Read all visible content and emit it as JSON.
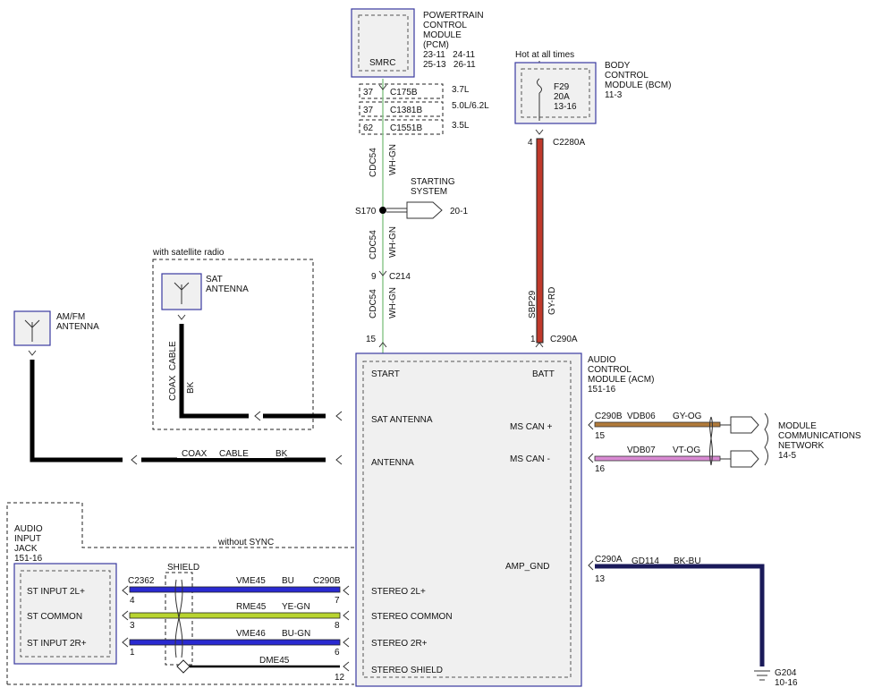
{
  "pcm": {
    "title_lines": [
      "POWERTRAIN",
      "CONTROL",
      "MODULE",
      "(PCM)"
    ],
    "pin_lines": [
      "23-11   24-11",
      "25-13   26-11"
    ],
    "inner": "SMRC"
  },
  "pcm_connectors": [
    {
      "pin": "37",
      "conn": "C175B",
      "engine": "3.7L"
    },
    {
      "pin": "37",
      "conn": "C1381B",
      "engine": "5.0L/6.2L"
    },
    {
      "pin": "62",
      "conn": "C1551B",
      "engine": "3.5L"
    }
  ],
  "start_circuit": {
    "circuit": "CDC54",
    "color": "WH-GN",
    "splice": "S170",
    "ref": "20-1",
    "starting_lines": [
      "STARTING",
      "SYSTEM"
    ],
    "c214_pin": "9",
    "c214": "C214",
    "acm_pin": "15",
    "acm_conn": "C290A"
  },
  "bcm": {
    "hot": "Hot at all times",
    "title_lines": [
      "BODY",
      "CONTROL",
      "MODULE (BCM)",
      "11-3"
    ],
    "fuse_lines": [
      "F29",
      "20A",
      "13-16"
    ],
    "pin": "4",
    "conn": "C2280A",
    "circuit": "SBP29",
    "color": "GY-RD",
    "acm_pin": "1"
  },
  "acm": {
    "title_lines": [
      "AUDIO",
      "CONTROL",
      "MODULE (ACM)",
      "151-16"
    ],
    "pins_left": [
      "START",
      "SAT ANTENNA",
      "ANTENNA",
      "STEREO 2L+",
      "STEREO COMMON",
      "STEREO 2R+",
      "STEREO SHIELD"
    ],
    "pins_right": [
      "BATT",
      "MS CAN +",
      "MS CAN -",
      "AMP_GND"
    ]
  },
  "satellite": {
    "group_label": "with satellite radio",
    "title_lines": [
      "SAT",
      "ANTENNA"
    ],
    "cable_lines": [
      "COAX  CABLE",
      "BK"
    ]
  },
  "amfm": {
    "title_lines": [
      "AM/FM",
      "ANTENNA"
    ],
    "cable": "COAX",
    "cable2": "CABLE",
    "color": "BK"
  },
  "can": {
    "conn": "C290B",
    "high": {
      "pin": "15",
      "circuit": "VDB06",
      "color": "GY-OG"
    },
    "low": {
      "pin": "16",
      "circuit": "VDB07",
      "color": "VT-OG"
    },
    "network_lines": [
      "MODULE",
      "COMMUNICATIONS",
      "NETWORK",
      "14-5"
    ]
  },
  "ground": {
    "conn": "C290A",
    "pin": "13",
    "circuit": "GD114",
    "color": "BK-BU",
    "label": "G204",
    "ref": "10-16"
  },
  "audio_jack": {
    "title_lines": [
      "AUDIO",
      "INPUT",
      "JACK",
      "151-16"
    ],
    "group_label": "without SYNC",
    "conn": "C2362",
    "shield": "SHIELD",
    "acm_conn": "C290B",
    "pins": [
      "ST INPUT 2L+",
      "ST COMMON",
      "ST INPUT 2R+"
    ],
    "wires": [
      {
        "jack_pin": "4",
        "circuit": "VME45",
        "color": "BU",
        "acm_pin": "7"
      },
      {
        "jack_pin": "3",
        "circuit": "RME45",
        "color": "YE-GN",
        "acm_pin": "8"
      },
      {
        "jack_pin": "1",
        "circuit": "VME46",
        "color": "BU-GN",
        "acm_pin": "6"
      }
    ],
    "shield_wire": {
      "circuit": "DME45",
      "acm_pin": "12"
    }
  },
  "colors": {
    "wh_gn": "#8dc98d",
    "gy_rd": "#c0392b",
    "gy_og": "#b07a3a",
    "vt_og": "#d98ad3",
    "bu": "#2a2ad0",
    "ye_gn": "#b8d430",
    "bk_bu": "#1a1a5a"
  }
}
